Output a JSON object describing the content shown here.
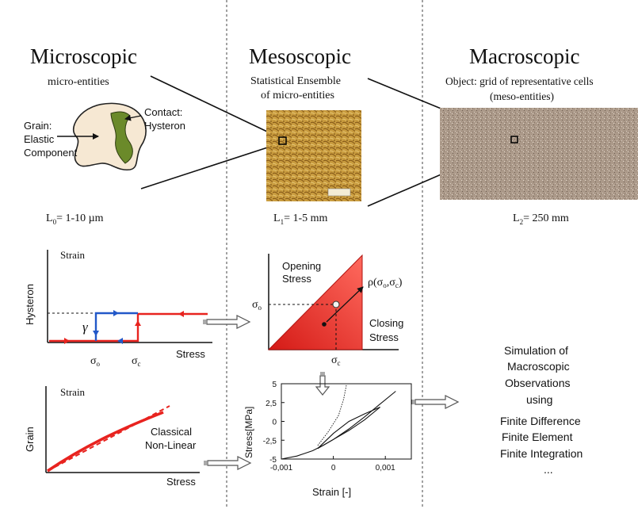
{
  "colors": {
    "accent_red": "#e8231f",
    "accent_blue": "#2258c8",
    "grain_fill": "#f6e8d3",
    "hysteron_green": "#6b8a2a",
    "meso_texture": "#c49a3c",
    "macro_texture": "#a89686",
    "triangle_red": "#e8231f"
  },
  "columns": {
    "micro": {
      "title": "Microscopic",
      "subtitle": "micro-entities",
      "contact_label_1": "Contact:",
      "contact_label_2": "Hysteron",
      "grain_label_1": "Grain:",
      "grain_label_2": "Elastic",
      "grain_label_3": "Component",
      "length_prefix": "L",
      "length_sub": "0",
      "length_value": "= 1-10 µm"
    },
    "meso": {
      "title": "Mesoscopic",
      "subtitle_1": "Statistical Ensemble",
      "subtitle_2": "of micro-entities",
      "length_prefix": "L",
      "length_sub": "1",
      "length_value": "= 1-5 mm"
    },
    "macro": {
      "title": "Macroscopic",
      "subtitle_1": "Object: grid of representative cells",
      "subtitle_2": "(meso-entities)",
      "length_prefix": "L",
      "length_sub": "2",
      "length_value": "= 250 mm"
    }
  },
  "hysteron_plot": {
    "ylabel": "Hysteron",
    "axis_y": "Strain",
    "axis_x": "Stress",
    "gamma": "γ",
    "sigma_o": "σ",
    "sigma_o_sub": "o",
    "sigma_c": "σ",
    "sigma_c_sub": "c"
  },
  "grain_plot": {
    "ylabel": "Grain",
    "axis_y": "Strain",
    "axis_x": "Stress",
    "curve_label_1": "Classical",
    "curve_label_2": "Non-Linear"
  },
  "preisach": {
    "opening_1": "Opening",
    "opening_2": "Stress",
    "closing_1": "Closing",
    "closing_2": "Stress",
    "density": "ρ(σ",
    "density_sub_o": "o",
    "density_mid": ",σ",
    "density_sub_c": "c",
    "density_end": ")",
    "sigma_o": "σ",
    "sigma_o_sub": "o",
    "sigma_c": "σ",
    "sigma_c_sub": "c"
  },
  "chart_data": {
    "type": "line",
    "title": "",
    "xlabel": "Strain [-]",
    "ylabel": "Stress[MPa]",
    "xlim": [
      -0.001,
      0.0015
    ],
    "ylim": [
      -5,
      5
    ],
    "x_ticks": [
      "-0,001",
      "0",
      "0,001"
    ],
    "y_ticks": [
      "5",
      "2,5",
      "0",
      "-2,5",
      "-5"
    ],
    "series": [
      {
        "style": "solid",
        "x": [
          -0.001,
          -0.0007,
          -0.0004,
          -0.0002,
          0.0,
          0.0003,
          0.0006,
          0.0009,
          0.0012
        ],
        "y": [
          -5.0,
          -4.6,
          -3.9,
          -3.2,
          -2.4,
          -1.0,
          0.6,
          2.3,
          4.0
        ]
      },
      {
        "style": "solid",
        "x": [
          -0.0003,
          0.0,
          0.0003,
          0.0006,
          0.0009
        ],
        "y": [
          -3.6,
          -2.4,
          -1.2,
          0.2,
          1.9
        ]
      },
      {
        "style": "solid",
        "x": [
          -0.0003,
          0.0,
          0.0003,
          0.0006,
          0.0009
        ],
        "y": [
          -3.6,
          -1.6,
          0.0,
          1.0,
          1.9
        ]
      },
      {
        "style": "dotted",
        "x": [
          -0.0003,
          -0.0001,
          0.0001,
          0.0002,
          0.00025
        ],
        "y": [
          -3.2,
          -1.4,
          0.8,
          3.0,
          4.8
        ]
      }
    ]
  },
  "simulation": {
    "line_1": "Simulation of",
    "line_2": "Macroscopic",
    "line_3": "Observations",
    "line_4": "using",
    "line_5": "Finite Difference",
    "line_6": "Finite Element",
    "line_7": "Finite Integration",
    "line_8": "..."
  }
}
